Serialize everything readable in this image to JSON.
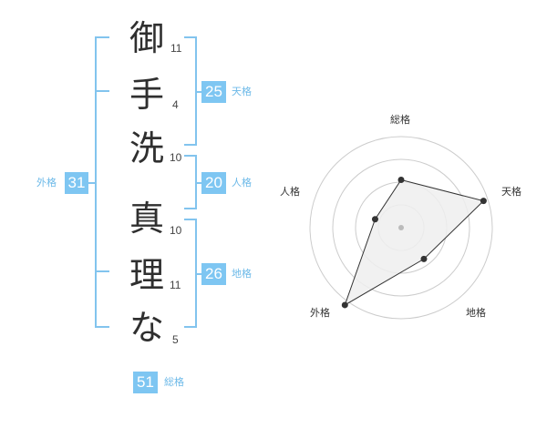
{
  "name_chars": [
    {
      "char": "御",
      "strokes": "11"
    },
    {
      "char": "手",
      "strokes": "4"
    },
    {
      "char": "洗",
      "strokes": "10"
    },
    {
      "char": "真",
      "strokes": "10"
    },
    {
      "char": "理",
      "strokes": "11"
    },
    {
      "char": "な",
      "strokes": "5"
    }
  ],
  "fortunes": {
    "tenkaku": {
      "value": "25",
      "label": "天格"
    },
    "jinkaku": {
      "value": "20",
      "label": "人格"
    },
    "chikaku": {
      "value": "26",
      "label": "地格"
    },
    "gaikaku": {
      "value": "31",
      "label": "外格"
    },
    "soukaku": {
      "value": "51",
      "label": "総格"
    }
  },
  "radar": {
    "axes": [
      "総格",
      "天格",
      "地格",
      "外格",
      "人格"
    ],
    "max_rings": 4,
    "values": [
      2.1,
      3.8,
      1.7,
      4.2,
      1.2
    ],
    "colors": {
      "ring": "#cccccc",
      "fill": "#eeeeee",
      "line": "#333333",
      "center": "#bbbbbb"
    }
  },
  "colors": {
    "accent": "#7ec6f2",
    "bracket": "#82c4ee"
  }
}
